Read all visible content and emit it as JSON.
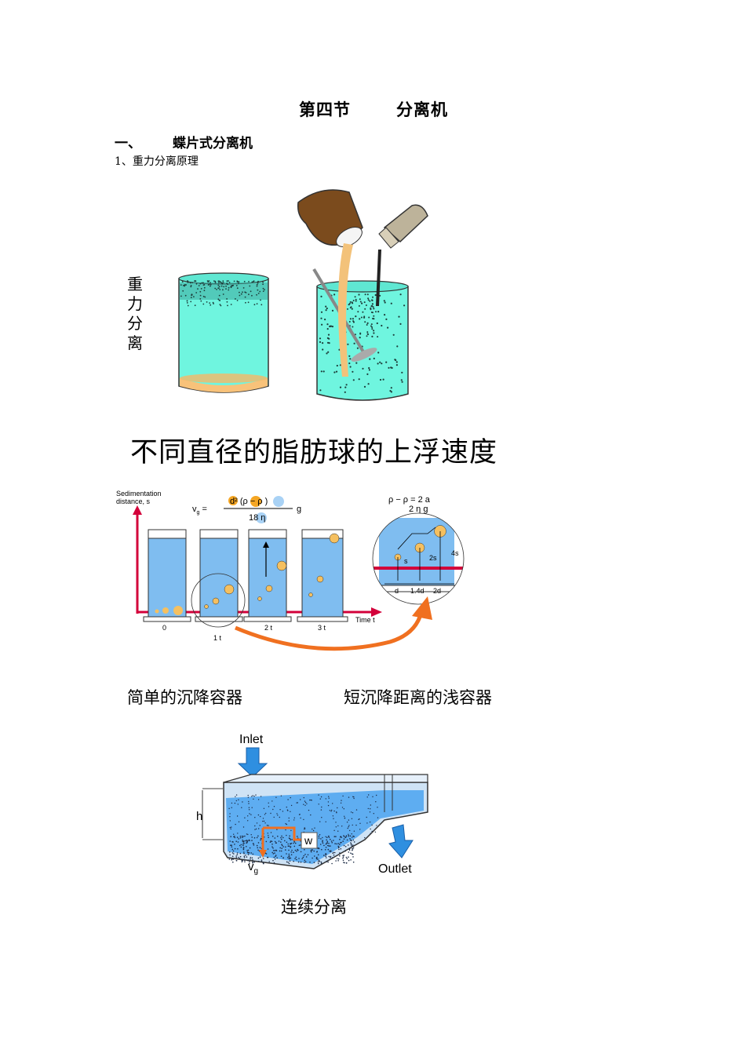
{
  "heading": {
    "title_a": "第四节",
    "title_b": "分离机"
  },
  "section": {
    "number": "一、",
    "title": "蝶片式分离机"
  },
  "subsection": "1、重力分离原理",
  "figure1": {
    "side_label": [
      "重",
      "力",
      "分",
      "离"
    ]
  },
  "figure2": {
    "caption": "不同直径的脂肪球的上浮速度",
    "y_axis_label_1": "Sedimentation",
    "y_axis_label_2": "distance, s",
    "x_axis_label": "Time t",
    "formula_lhs": "v",
    "formula_lhs_sub": "g",
    "formula_num": "d² (ρ  − ρ )",
    "formula_den": "18 η",
    "formula_tail": "g",
    "formula2_num": "ρ  − ρ  = 2 a",
    "formula2_den": "2 η g",
    "ticks": [
      "0",
      "1 t",
      "2 t",
      "3 t"
    ],
    "zoom_labels": {
      "s": "s",
      "s2": "2s",
      "s4": "4s",
      "d": "d",
      "d14": "1.4d",
      "d2": "2d"
    }
  },
  "figure3": {
    "caption_left": "简单的沉降容器",
    "caption_right": "短沉降距离的浅容器"
  },
  "figure4": {
    "inlet": "Inlet",
    "outlet": "Outlet",
    "h": "h",
    "w": "w",
    "vg": "v",
    "vg_sub": "g",
    "caption": "连续分离"
  },
  "colors": {
    "liquid": "#6ff5df",
    "water": "#8ec8ef",
    "axis": "#d3003a",
    "arrow": "#f07020",
    "blue_arrow": "#2f8fe0"
  }
}
